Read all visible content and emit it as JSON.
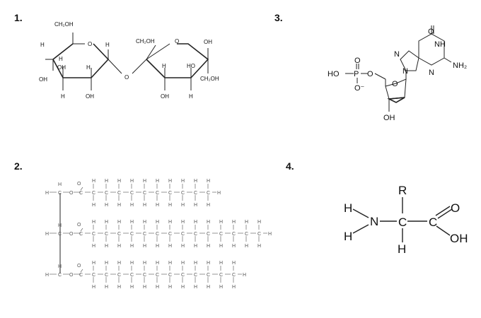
{
  "figure": {
    "labels": [
      "1.",
      "2.",
      "3.",
      "4."
    ]
  },
  "sucrose": {
    "ch2oh": "CH₂OH",
    "o": "O",
    "oh": "OH",
    "h": "H",
    "ho": "HO"
  },
  "triglyceride": {
    "h": "H",
    "c": "C",
    "o": "O"
  },
  "nucleotide": {
    "o": "O",
    "nh": "NH",
    "n": "N",
    "nh2": "NH₂",
    "ho": "HO",
    "p": "P",
    "o_minus": "O⁻",
    "oh": "OH"
  },
  "amino_acid": {
    "r": "R",
    "h": "H",
    "n": "N",
    "c": "C",
    "o": "O",
    "oh": "OH"
  }
}
